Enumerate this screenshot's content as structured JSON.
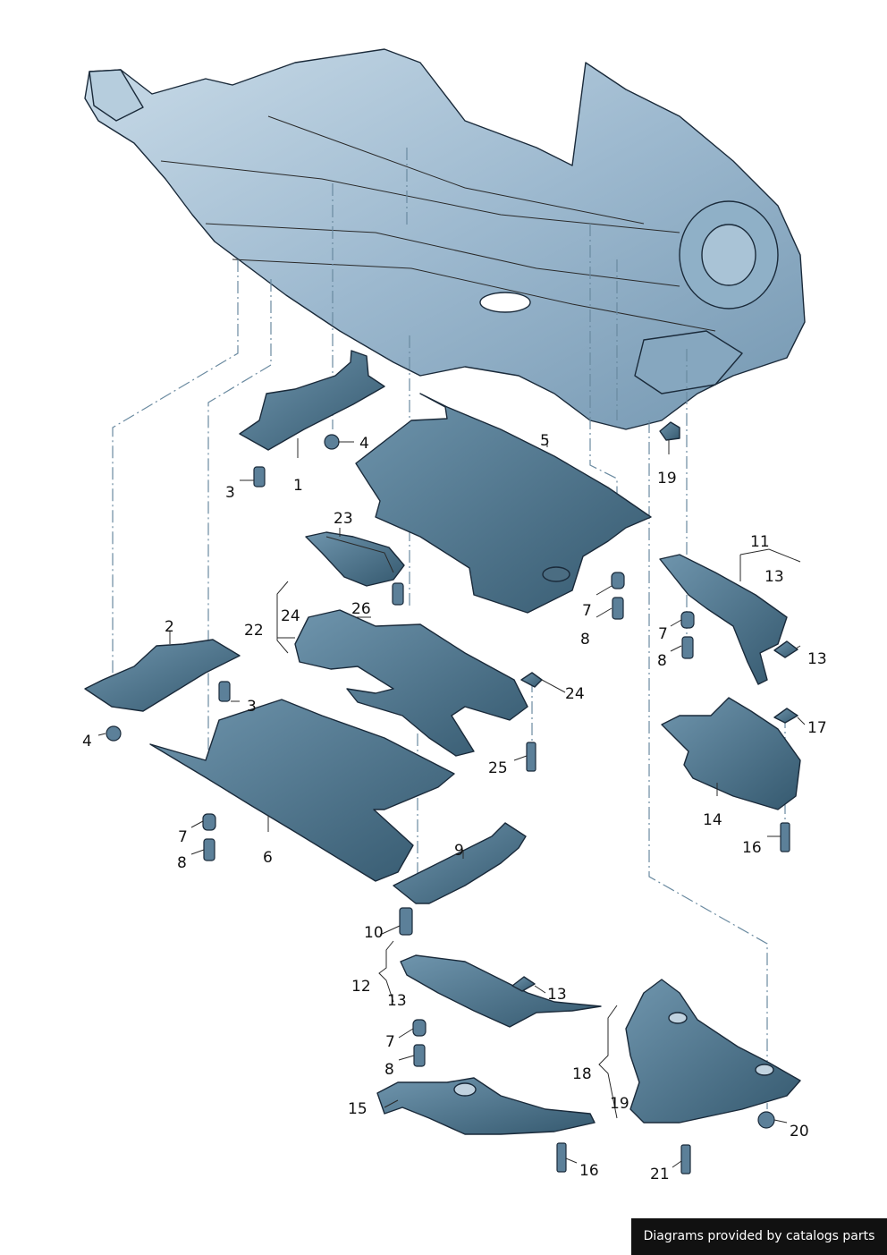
{
  "colors": {
    "body": "#9db9cf",
    "shield": "#4f7890",
    "outline": "#1a2a3a",
    "credit_bg": "#111111"
  },
  "credit": "Diagrams provided by catalogs parts",
  "labels": {
    "l1": "1",
    "l2": "2",
    "l3a": "3",
    "l3b": "3",
    "l4a": "4",
    "l4b": "4",
    "l5": "5",
    "l6": "6",
    "l7a": "7",
    "l7b": "7",
    "l7c": "7",
    "l7d": "7",
    "l8a": "8",
    "l8b": "8",
    "l8c": "8",
    "l8d": "8",
    "l9": "9",
    "l10": "10",
    "l11": "11",
    "l12": "12",
    "l13a": "13",
    "l13b": "13",
    "l13c": "13",
    "l13d": "13",
    "l14": "14",
    "l15": "15",
    "l16a": "16",
    "l16b": "16",
    "l17": "17",
    "l18": "18",
    "l19a": "19",
    "l19b": "19",
    "l20": "20",
    "l21": "21",
    "l22": "22",
    "l23": "23",
    "l24a": "24",
    "l24b": "24",
    "l25": "25",
    "l26": "26"
  }
}
